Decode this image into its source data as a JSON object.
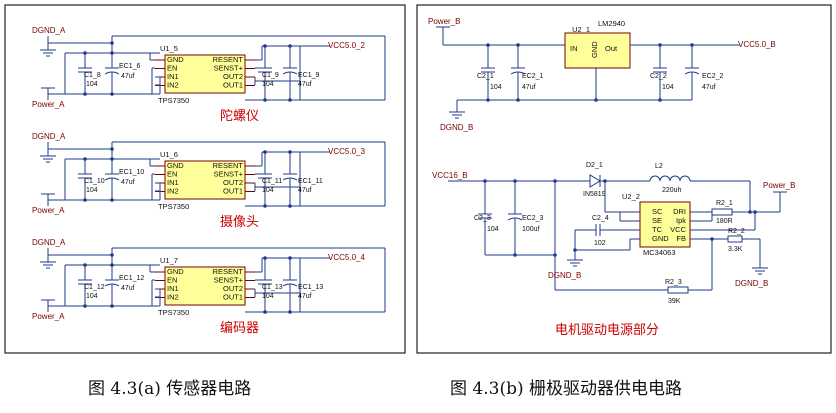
{
  "left_panel": {
    "sections": [
      {
        "ic": "U1_5",
        "chip": "TPS7350",
        "c1": "C1_8",
        "c2": "EC1_6",
        "c3": "C1_9",
        "c4": "EC1_9",
        "vcc": "VCC5.0_2",
        "name": "陀螺仪"
      },
      {
        "ic": "U1_6",
        "chip": "TPS7350",
        "c1": "C1_10",
        "c2": "EC1_10",
        "c3": "C1_11",
        "c4": "EC1_11",
        "vcc": "VCC5.0_3",
        "name": "摄像头"
      },
      {
        "ic": "U1_7",
        "chip": "TPS7350",
        "c1": "C1_12",
        "c2": "EC1_12",
        "c3": "C1_13",
        "c4": "EC1_13",
        "vcc": "VCC5.0_4",
        "name": "编码器"
      }
    ],
    "pins_left": [
      "GND",
      "EN",
      "IN1",
      "IN2"
    ],
    "pins_right": [
      "RESENT",
      "SENST+",
      "OUT2",
      "OUT1"
    ],
    "gnd_net": "DGND_A",
    "power_net": "Power_A",
    "val_104": "104",
    "val_47uf": "47uf"
  },
  "right_panel": {
    "top": {
      "power_in": "Power_B",
      "ic": "U2_1",
      "chip": "LM2940",
      "pin_in": "IN",
      "pin_gnd": "GND",
      "pin_out": "Out",
      "c1": "C2_1",
      "c2": "EC2_1",
      "c3": "C2_2",
      "c4": "EC2_2",
      "v1": "104",
      "v2": "47uf",
      "v3": "104",
      "v4": "47uf",
      "vcc": "VCC5.0_B",
      "gnd": "DGND_B"
    },
    "bottom": {
      "vin": "VCC16_B",
      "diode": "D2_1",
      "diode_val": "IN5819",
      "inductor": "L2",
      "inductor_val": "220uh",
      "ic": "U2_2",
      "chip": "MC34063",
      "pins_left": [
        "SC",
        "SE",
        "TC",
        "GND"
      ],
      "pins_right": [
        "DRI",
        "Ipk",
        "VCC",
        "FB"
      ],
      "c1": "C2_3",
      "c1v": "104",
      "c2": "EC2_3",
      "c2v": "100uf",
      "c3": "C2_4",
      "c3v": "102",
      "r1": "R2_1",
      "r1v": "180R",
      "r2": "R2_2",
      "r2v": "3.3K",
      "r3": "R2_3",
      "r3v": "39K",
      "power_out": "Power_B",
      "gnd1": "DGND_B",
      "gnd2": "DGND_B",
      "title": "电机驱动电源部分"
    }
  },
  "captions": {
    "left": "图 4.3(a) 传感器电路",
    "right": "图 4.3(b) 栅极驱动器供电电路"
  }
}
